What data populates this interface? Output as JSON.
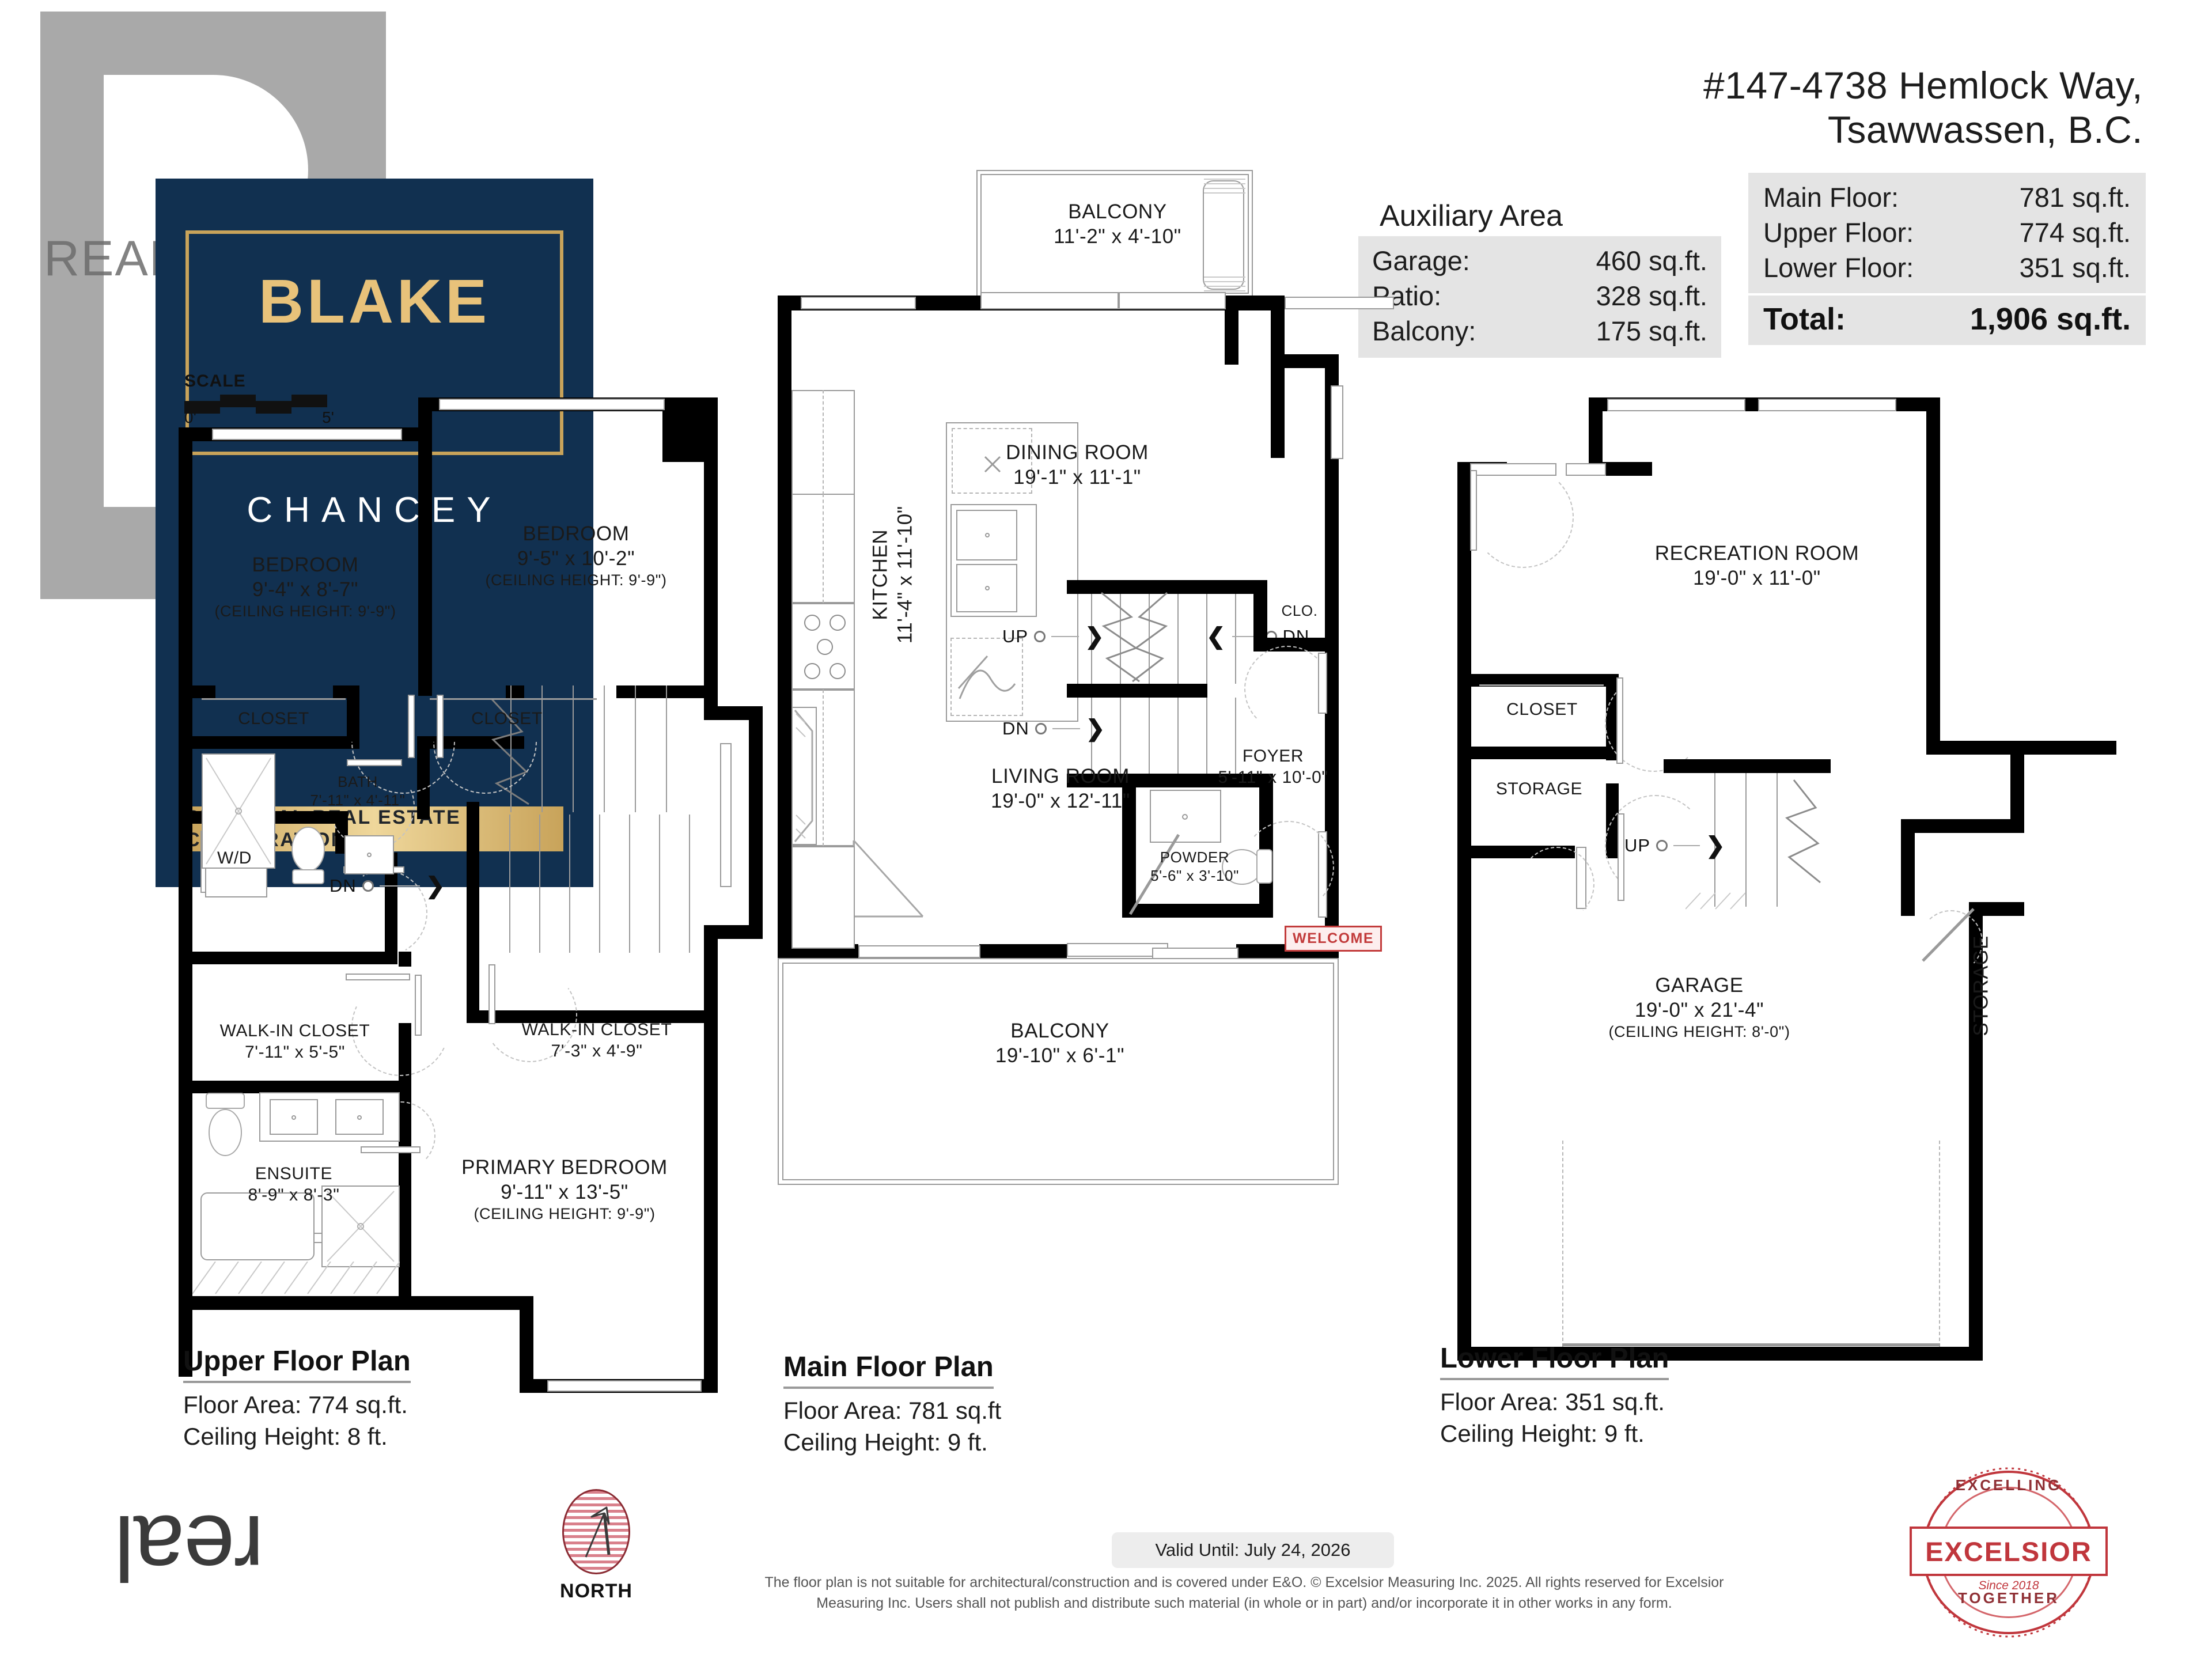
{
  "brand": {
    "realtor_word": "REALTOR",
    "name": "BLAKE",
    "surname": "CHANCEY",
    "tagline": "PERSONAL REAL ESTATE CORPORATION"
  },
  "address": {
    "line1": "#147-4738 Hemlock Way,",
    "line2": "Tsawwassen, B.C."
  },
  "auxiliary": {
    "title": "Auxiliary Area",
    "rows": [
      {
        "label": "Garage:",
        "value": "460 sq.ft."
      },
      {
        "label": "Patio:",
        "value": "328 sq.ft."
      },
      {
        "label": "Balcony:",
        "value": "175 sq.ft."
      }
    ]
  },
  "floor_areas": {
    "rows": [
      {
        "label": "Main Floor:",
        "value": "781 sq.ft."
      },
      {
        "label": "Upper Floor:",
        "value": "774 sq.ft."
      },
      {
        "label": "Lower Floor:",
        "value": "351 sq.ft."
      }
    ],
    "total_label": "Total:",
    "total_value": "1,906 sq.ft."
  },
  "scale": {
    "label": "SCALE",
    "start": "0'",
    "end": "5'"
  },
  "captions": {
    "upper": {
      "title": "Upper Floor Plan",
      "area": "Floor Area: 774 sq.ft.",
      "ceiling": "Ceiling Height: 8 ft."
    },
    "main": {
      "title": "Main Floor Plan",
      "area": "Floor Area: 781 sq.ft",
      "ceiling": "Ceiling Height: 9 ft."
    },
    "lower": {
      "title": "Lower Floor Plan",
      "area": "Floor Area: 351 sq.ft.",
      "ceiling": "Ceiling Height: 9 ft."
    }
  },
  "upper_floor": {
    "rooms": [
      {
        "name": "BEDROOM",
        "dim": "9'-4\"  x  8'-7\"",
        "ceiling": "(CEILING HEIGHT: 9'-9\")"
      },
      {
        "name": "BEDROOM",
        "dim": "9'-5\" x 10'-2\"",
        "ceiling": "(CEILING HEIGHT: 9'-9\")"
      },
      {
        "name": "CLOSET",
        "dim": "",
        "ceiling": ""
      },
      {
        "name": "CLOSET",
        "dim": "",
        "ceiling": ""
      },
      {
        "name": "W/D",
        "dim": "",
        "ceiling": ""
      },
      {
        "name": "BATH",
        "dim": "7'-11\" x  4'-11\"",
        "ceiling": ""
      },
      {
        "name": "WALK-IN CLOSET",
        "dim": "7'-3\"  x  4'-9\"",
        "ceiling": ""
      },
      {
        "name": "WALK-IN CLOSET",
        "dim": "7'-11\"  x  5'-5\"",
        "ceiling": ""
      },
      {
        "name": "ENSUITE",
        "dim": "8'-9\"  x  8'-3\"",
        "ceiling": ""
      },
      {
        "name": "PRIMARY BEDROOM",
        "dim": "9'-11\"  x  13'-5\"",
        "ceiling": "(CEILING HEIGHT: 9'-9\")"
      }
    ],
    "stair_marker": "DN"
  },
  "main_floor": {
    "rooms": [
      {
        "name": "BALCONY",
        "dim": "11'-2\"  x  4'-10\""
      },
      {
        "name": "DINING ROOM",
        "dim": "19'-1\"  x  11'-1\""
      },
      {
        "name": "KITCHEN",
        "dim": "11'-4\"  x  11'-10\""
      },
      {
        "name": "CLO.",
        "dim": ""
      },
      {
        "name": "FOYER",
        "dim": "5'-11\" x 10'-0\""
      },
      {
        "name": "POWDER",
        "dim": "5'-6\" x 3'-10\""
      },
      {
        "name": "LIVING ROOM",
        "dim": "19'-0\"  x  12'-11\""
      },
      {
        "name": "BALCONY",
        "dim": "19'-10\"  x  6'-1\""
      }
    ],
    "stair_up": "UP",
    "stair_dn": "DN",
    "stair_dn2": "DN",
    "welcome": "WELCOME"
  },
  "lower_floor": {
    "rooms": [
      {
        "name": "RECREATION ROOM",
        "dim": "19'-0\"  x  11'-0\""
      },
      {
        "name": "CLOSET",
        "dim": ""
      },
      {
        "name": "STORAGE",
        "dim": ""
      },
      {
        "name": "STORAGE",
        "dim": ""
      },
      {
        "name": "GARAGE",
        "dim": "19'-0\" x  21'-4\"",
        "ceiling": "(CEILING HEIGHT: 8'-0\")"
      }
    ],
    "stair_up": "UP"
  },
  "footer": {
    "real_logo": "real",
    "north_label": "NORTH",
    "valid_until": "Valid Until: July 24, 2026",
    "disclaimer": "The floor plan is not suitable for architectural/construction and is covered under E&O. © Excelsior Measuring Inc. 2025. All rights reserved for Excelsior Measuring Inc. Users shall not publish and distribute such material (in whole or in part) and/or incorporate it in other works in any form.",
    "seal": {
      "top": "EXCELLING",
      "main": "EXCELSIOR",
      "since": "Since 2018",
      "bottom": "TOGETHER"
    }
  },
  "colors": {
    "brand_navy": "#113050",
    "brand_gold": "#c8a35a",
    "wall_black": "#000000",
    "welcome_red": "#c23b3b",
    "seal_red": "#c0363c",
    "panel_grey": "#e4e4e4"
  }
}
